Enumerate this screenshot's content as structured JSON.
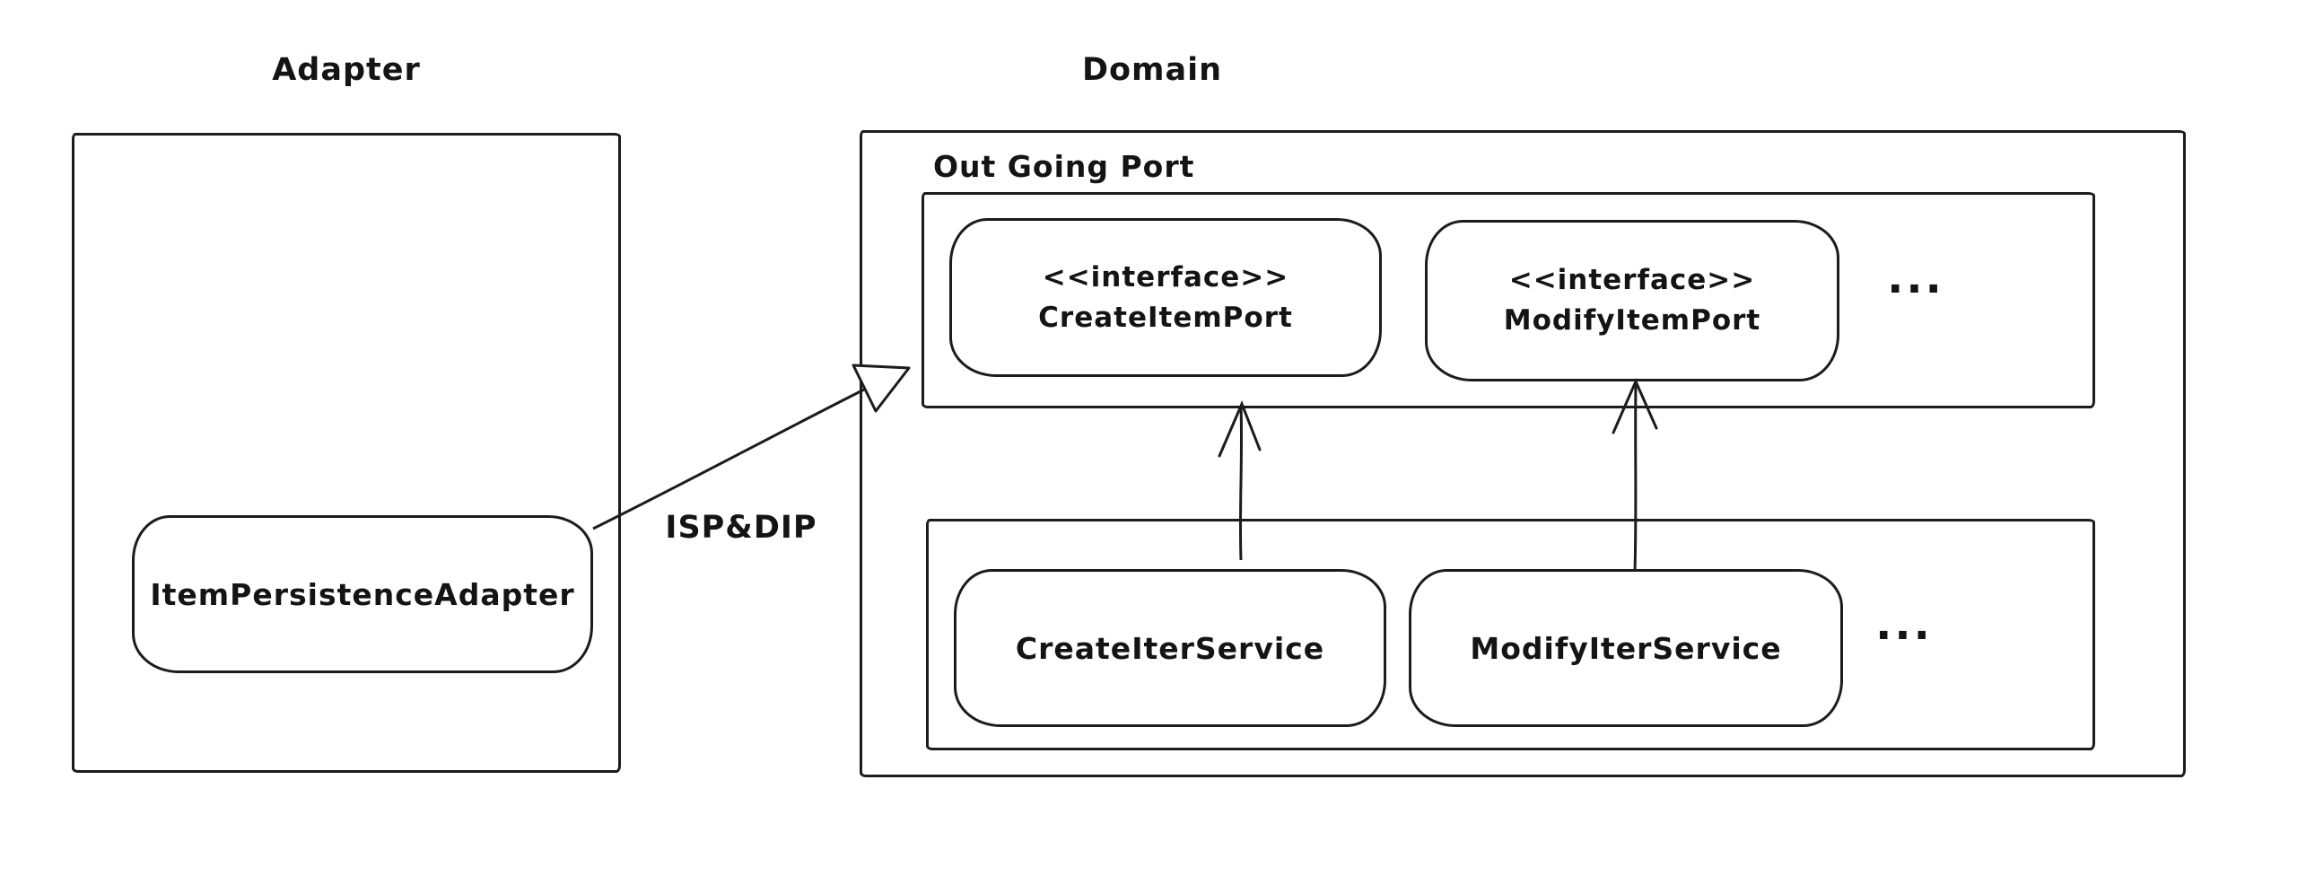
{
  "diagram": {
    "background": "#ffffff",
    "stroke_color": "#1c1c1c",
    "adapter": {
      "title": "Adapter",
      "node": "ItemPersistenceAdapter"
    },
    "domain": {
      "title": "Domain",
      "out_going_port": {
        "label": "Out Going Port",
        "interfaces": [
          {
            "stereotype": "<<interface>>",
            "name": "CreateItemPort"
          },
          {
            "stereotype": "<<interface>>",
            "name": "ModifyItemPort"
          }
        ],
        "ellipsis": "..."
      },
      "services": {
        "nodes": [
          "CreateIterService",
          "ModifyIterService"
        ],
        "ellipsis": "..."
      }
    },
    "arrow_label": "ISP&DIP"
  }
}
